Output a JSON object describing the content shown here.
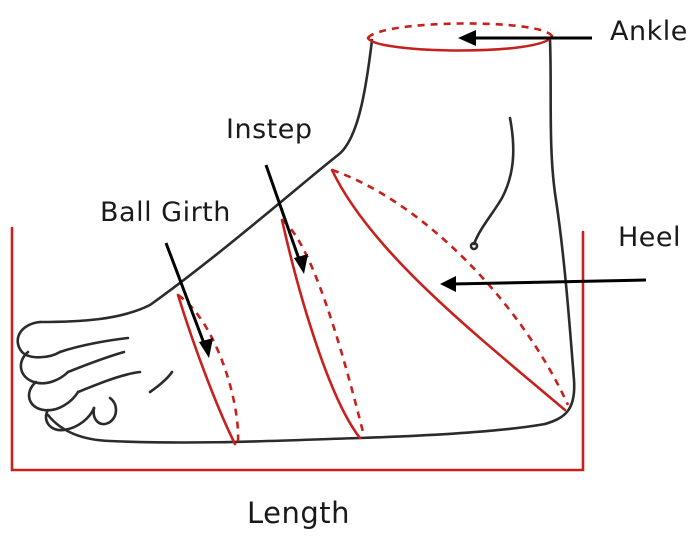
{
  "labels": {
    "ankle": "Ankle",
    "instep": "Instep",
    "ball_girth": "Ball Girth",
    "heel": "Heel",
    "length": "Length"
  },
  "colors": {
    "measure": "#c8201c",
    "outline": "#2b2b2b",
    "arrow": "#000000"
  }
}
